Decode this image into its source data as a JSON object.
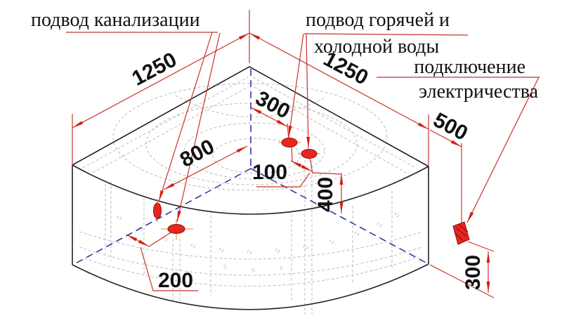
{
  "diagram": {
    "title_hint": "corner bathtub installation scheme",
    "labels": {
      "sewer": "подвод канализации",
      "water_line1": "подвод горячей и",
      "water_line2": "холодной воды",
      "electric_line1": "подключение",
      "electric_line2": "электричества"
    },
    "dimensions": {
      "left_width": "1250",
      "right_width": "1250",
      "water_offset": "300",
      "outlet_offset": "500",
      "drain_depth": "800",
      "water_spacing": "100",
      "water_height": "400",
      "drain_offset": "200",
      "outlet_height": "300"
    },
    "colors": {
      "dimension_red": "#c7342a",
      "fitting_red": "#e8251f",
      "axis_blue": "#2a2aa5",
      "hidden_gray": "#bdbdbd",
      "outline_black": "#222222"
    }
  }
}
